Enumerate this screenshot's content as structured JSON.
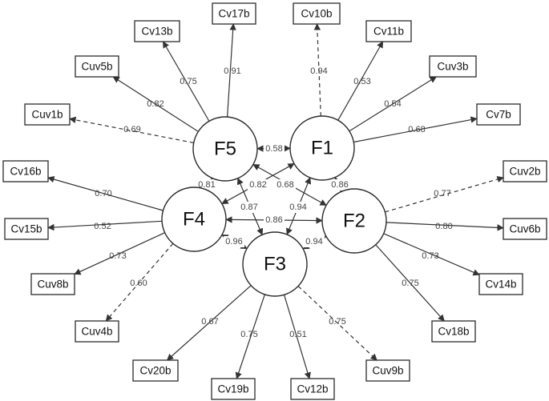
{
  "factors": [
    {
      "id": "F1",
      "label": "F1"
    },
    {
      "id": "F2",
      "label": "F2"
    },
    {
      "id": "F3",
      "label": "F3"
    },
    {
      "id": "F4",
      "label": "F4"
    },
    {
      "id": "F5",
      "label": "F5"
    }
  ],
  "indicators": [
    {
      "id": "Cv10b",
      "label": "Cv10b",
      "factor": "F1",
      "loading": "0.94",
      "dashed": true
    },
    {
      "id": "Cv11b",
      "label": "Cv11b",
      "factor": "F1",
      "loading": "0.53",
      "dashed": false
    },
    {
      "id": "Cuv3b",
      "label": "Cuv3b",
      "factor": "F1",
      "loading": "0.54",
      "dashed": false
    },
    {
      "id": "Cv7b",
      "label": "Cv7b",
      "factor": "F1",
      "loading": "0.68",
      "dashed": false
    },
    {
      "id": "Cuv2b",
      "label": "Cuv2b",
      "factor": "F2",
      "loading": "0.77",
      "dashed": true
    },
    {
      "id": "Cuv6b",
      "label": "Cuv6b",
      "factor": "F2",
      "loading": "0.80",
      "dashed": false
    },
    {
      "id": "Cv14b",
      "label": "Cv14b",
      "factor": "F2",
      "loading": "0.73",
      "dashed": false
    },
    {
      "id": "Cv18b",
      "label": "Cv18b",
      "factor": "F2",
      "loading": "0.75",
      "dashed": false
    },
    {
      "id": "Cuv9b",
      "label": "Cuv9b",
      "factor": "F3",
      "loading": "0.75",
      "dashed": true
    },
    {
      "id": "Cv12b",
      "label": "Cv12b",
      "factor": "F3",
      "loading": "0.51",
      "dashed": false
    },
    {
      "id": "Cv19b",
      "label": "Cv19b",
      "factor": "F3",
      "loading": "0.75",
      "dashed": false
    },
    {
      "id": "Cv20b",
      "label": "Cv20b",
      "factor": "F3",
      "loading": "0.67",
      "dashed": false
    },
    {
      "id": "Cuv4b",
      "label": "Cuv4b",
      "factor": "F4",
      "loading": "0.60",
      "dashed": true
    },
    {
      "id": "Cuv8b",
      "label": "Cuv8b",
      "factor": "F4",
      "loading": "0.73",
      "dashed": false
    },
    {
      "id": "Cv15b",
      "label": "Cv15b",
      "factor": "F4",
      "loading": "0.52",
      "dashed": false
    },
    {
      "id": "Cv16b",
      "label": "Cv16b",
      "factor": "F4",
      "loading": "0.70",
      "dashed": false
    },
    {
      "id": "Cuv1b",
      "label": "Cuv1b",
      "factor": "F5",
      "loading": "0.69",
      "dashed": true
    },
    {
      "id": "Cuv5b",
      "label": "Cuv5b",
      "factor": "F5",
      "loading": "0.82",
      "dashed": false
    },
    {
      "id": "Cv13b",
      "label": "Cv13b",
      "factor": "F5",
      "loading": "0.75",
      "dashed": false
    },
    {
      "id": "Cv17b",
      "label": "Cv17b",
      "factor": "F5",
      "loading": "0.91",
      "dashed": false
    }
  ],
  "correlations": [
    {
      "id": "F5-F1",
      "from": "F5",
      "to": "F1",
      "value": "0.58"
    },
    {
      "id": "F5-F2",
      "from": "F5",
      "to": "F2",
      "value": "0.68"
    },
    {
      "id": "F5-F3",
      "from": "F5",
      "to": "F3",
      "value": "0.87"
    },
    {
      "id": "F5-F4",
      "from": "F5",
      "to": "F4",
      "value": "0.81"
    },
    {
      "id": "F1-F4",
      "from": "F1",
      "to": "F4",
      "value": "0.82"
    },
    {
      "id": "F1-F2",
      "from": "F1",
      "to": "F2",
      "value": "0.86"
    },
    {
      "id": "F1-F3",
      "from": "F1",
      "to": "F3",
      "value": "0.94"
    },
    {
      "id": "F4-F2",
      "from": "F4",
      "to": "F2",
      "value": "0.86"
    },
    {
      "id": "F4-F3",
      "from": "F4",
      "to": "F3",
      "value": "0.96"
    },
    {
      "id": "F2-F3",
      "from": "F2",
      "to": "F3",
      "value": "0.94"
    }
  ]
}
